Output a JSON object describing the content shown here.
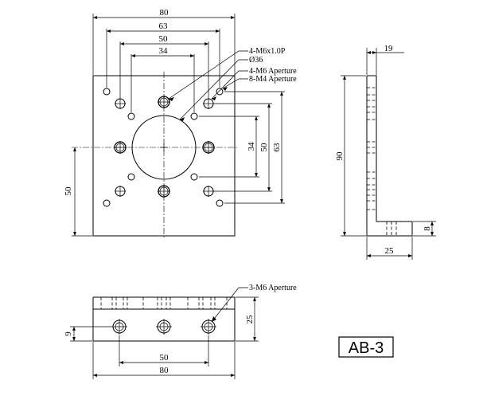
{
  "drawing": {
    "part_id": "AB-3",
    "front_view": {
      "dim_width": "80",
      "dim_pattern_outer": "63",
      "dim_pattern_mid": "50",
      "dim_pattern_inner": "34",
      "dim_right_34": "34",
      "dim_right_50": "50",
      "dim_right_63": "63",
      "dim_left_50": "50",
      "callouts": [
        "4-M6x1.0P",
        "Ø36",
        "4-M6 Aperture",
        "8-M4 Aperture"
      ]
    },
    "side_view": {
      "dim_top_19": "19",
      "dim_height_90": "90",
      "dim_base_8": "8",
      "dim_base_25": "25"
    },
    "bottom_view": {
      "callout": "3-M6 Aperture",
      "dim_height_25": "25",
      "dim_offset_9": "9",
      "dim_spacing_50": "50",
      "dim_width_80": "80"
    }
  }
}
